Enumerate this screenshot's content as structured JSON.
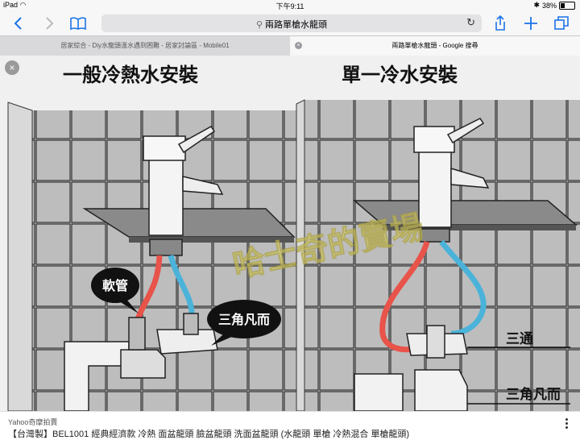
{
  "status_bar": {
    "device": "iPad",
    "time": "下午9:11",
    "battery": "38%",
    "battery_level": 0.38
  },
  "toolbar": {
    "search_query": "兩路單槍水龍頭"
  },
  "tabs": [
    {
      "label": "居家綜合 - Diy水龍頭溫水遇到困難 - 居家討論區 - Mobile01",
      "active": false
    },
    {
      "label": "兩路單槍水龍頭 - Google 搜尋",
      "active": true
    }
  ],
  "image": {
    "left_title": "一般冷熱水安裝",
    "right_title": "單一冷水安裝",
    "label_hose": "軟管",
    "label_angle_valve_left": "三角凡而",
    "label_tee": "三通",
    "label_angle_valve_right": "三角凡而",
    "watermark": "哈士奇的賣場",
    "colors": {
      "hot": "#e8534a",
      "cold": "#4bb3d9"
    }
  },
  "footer": {
    "source": "Yahoo奇摩拍賣",
    "title": "【台灣製】BEL1001 經典經濟款 冷熱 面盆龍頭 臉盆龍頭 洗面盆龍頭 (水龍頭 單槍 冷熱混合 單槍龍頭)"
  }
}
